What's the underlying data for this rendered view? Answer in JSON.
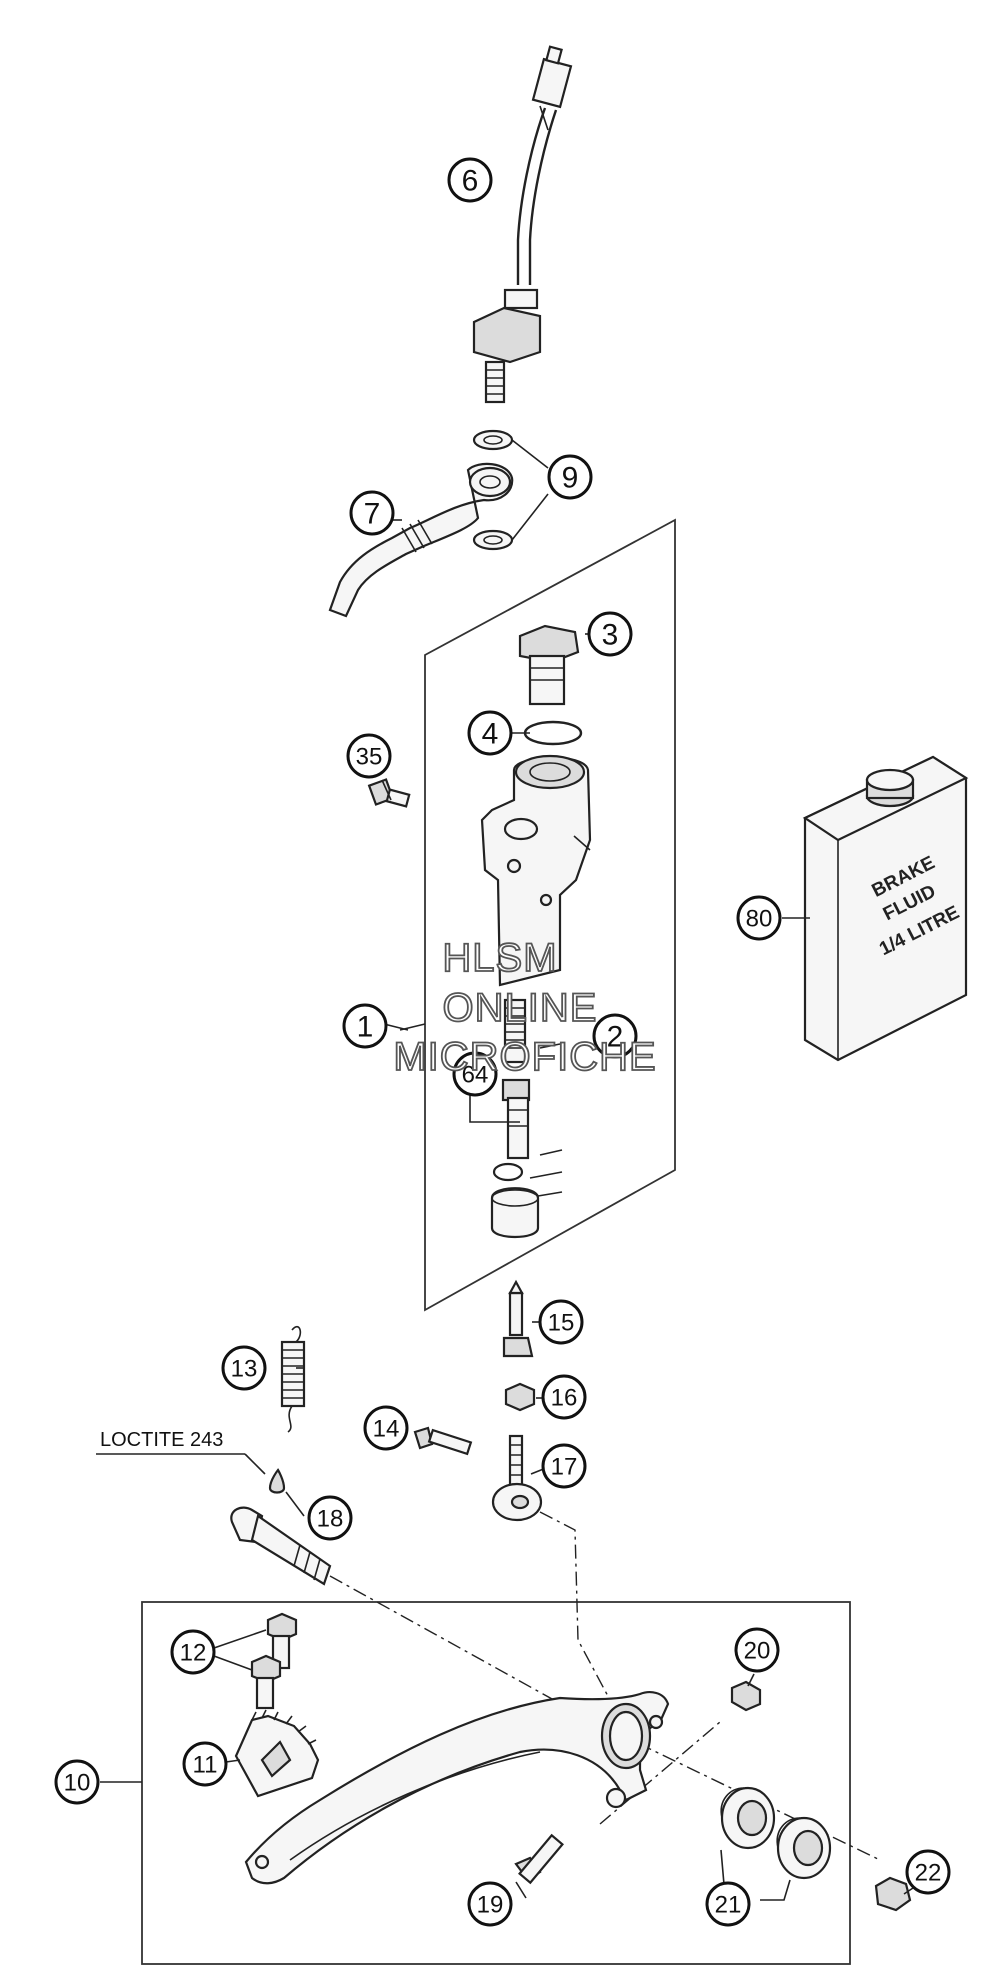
{
  "callouts": [
    "1",
    "2",
    "3",
    "4",
    "6",
    "7",
    "9",
    "10",
    "11",
    "12",
    "13",
    "14",
    "15",
    "16",
    "17",
    "18",
    "19",
    "20",
    "21",
    "22",
    "35",
    "64",
    "80"
  ],
  "labels": {
    "loctite": "LOCTITE 243"
  },
  "brake_fluid_can": {
    "line1": "BRAKE",
    "line2": "FLUID",
    "line3": "1/4 LITRE"
  },
  "watermark": {
    "line1": "HLSM",
    "line2": "ONLINE",
    "line3": "MICROFICHE"
  }
}
